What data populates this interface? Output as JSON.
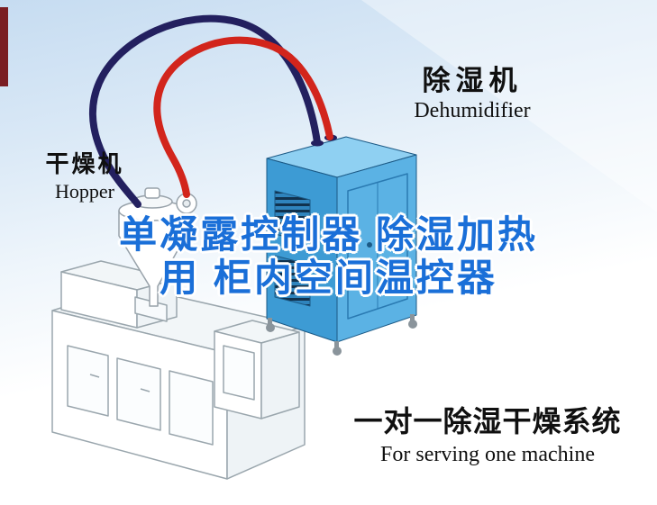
{
  "labels": {
    "dehumidifier_cn": "除湿机",
    "dehumidifier_en": "Dehumidifier",
    "hopper_cn": "干燥机",
    "hopper_en": "Hopper",
    "overlay_line1": "单凝露控制器 除湿加热",
    "overlay_line2": "用 柜内空间温控器",
    "system_cn": "一对一除湿干燥系统",
    "system_en": "For serving one machine"
  },
  "colors": {
    "overlay_text": "#1a6fd8",
    "overlay_outline": "#ffffff",
    "hose_red": "#d2251c",
    "hose_navy": "#23205f",
    "cabinet_blue_left": "#3d9bd4",
    "cabinet_blue_right": "#5bb2e4",
    "cabinet_blue_top": "#8fd0f2",
    "background_top": "#c6dcf1",
    "accent_strip": "#7a1d22"
  }
}
